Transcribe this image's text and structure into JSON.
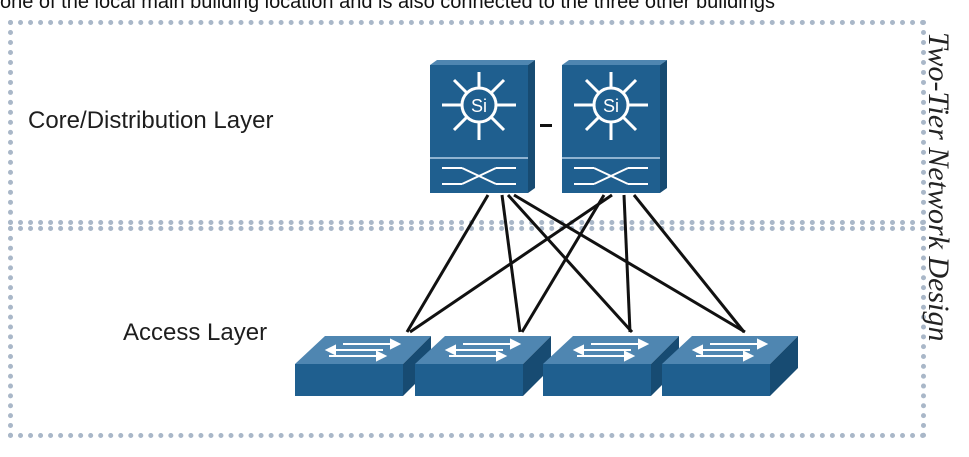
{
  "top_caption": "one of the local main building location and is also connected to the three other buildings",
  "layers": {
    "core": {
      "label": "Core/Distribution Layer"
    },
    "access": {
      "label": "Access Layer"
    }
  },
  "side_title": "Two-Tier Network Design",
  "devices": {
    "core_switch_badge": "Si"
  },
  "colors": {
    "device_front": "#1f5f8f",
    "device_top": "#4f86b1",
    "device_side": "#174b72",
    "icon_white": "#ffffff",
    "box_border": "#a9b7c8",
    "link_line": "#111111"
  }
}
